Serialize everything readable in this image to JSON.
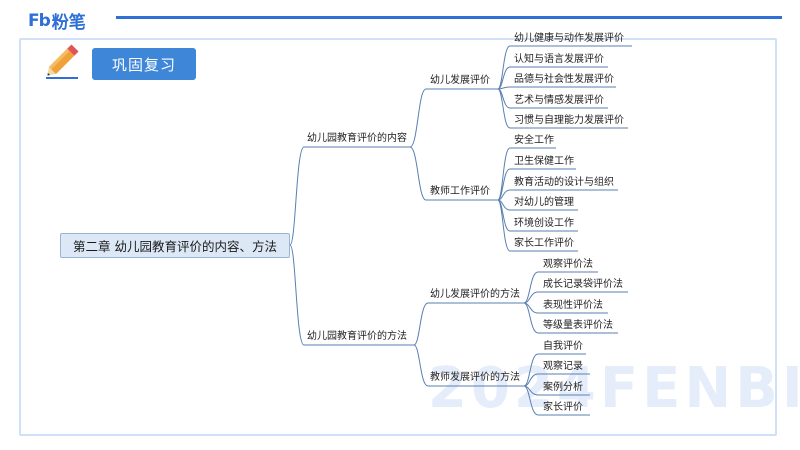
{
  "brand": {
    "mark": "Fb",
    "name": "粉笔"
  },
  "header": {
    "badge": "巩固复习"
  },
  "watermark": "2024FENBI",
  "mindmap": {
    "root": "第二章  幼儿园教育评价的内容、方法",
    "branches": [
      {
        "label": "幼儿园教育评价的内容",
        "children": [
          {
            "label": "幼儿发展评价",
            "items": [
              "幼儿健康与动作发展评价",
              "认知与语言发展评价",
              "品德与社会性发展评价",
              "艺术与情感发展评价",
              "习惯与自理能力发展评价"
            ]
          },
          {
            "label": "教师工作评价",
            "items": [
              "安全工作",
              "卫生保健工作",
              "教育活动的设计与组织",
              "对幼儿的管理",
              "环境创设工作",
              "家长工作评价"
            ]
          }
        ]
      },
      {
        "label": "幼儿园教育评价的方法",
        "children": [
          {
            "label": "幼儿发展评价的方法",
            "items": [
              "观察评价法",
              "成长记录袋评价法",
              "表现性评价法",
              "等级量表评价法"
            ]
          },
          {
            "label": "教师发展评价的方法",
            "items": [
              "自我评价",
              "观察记录",
              "案例分析",
              "家长评价"
            ]
          }
        ]
      }
    ]
  }
}
